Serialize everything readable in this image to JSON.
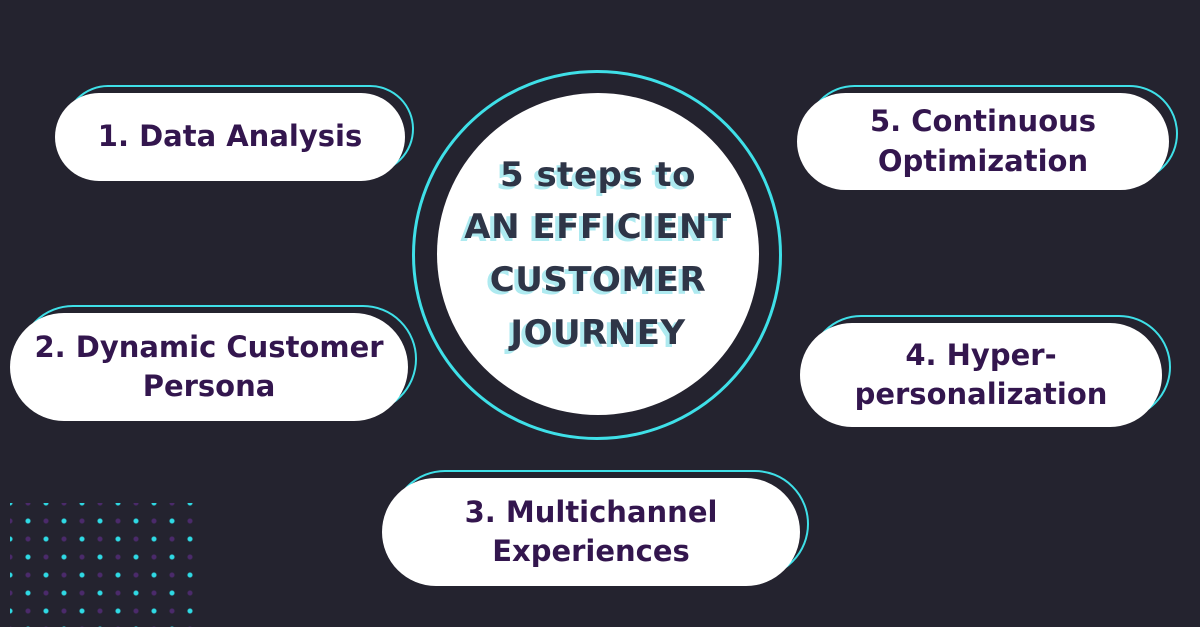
{
  "title": {
    "lines": [
      "5 steps to",
      "AN EFFICIENT",
      "CUSTOMER",
      "JOURNEY"
    ]
  },
  "steps": [
    {
      "lines": [
        "1. Data Analysis",
        ""
      ]
    },
    {
      "lines": [
        "2. Dynamic Customer",
        "Persona"
      ]
    },
    {
      "lines": [
        "3. Multichannel",
        "Experiences"
      ]
    },
    {
      "lines": [
        "4. Hyper-",
        "personalization"
      ]
    },
    {
      "lines": [
        "5. Continuous",
        "Optimization"
      ]
    }
  ],
  "colors": {
    "background": "#24232F",
    "cyan": "#3FE0E8",
    "pill_text": "#33164E",
    "title_text": "#2E3547",
    "title_shadow": "#AEEAF0",
    "dot_cyan": "#2FD9E4",
    "dot_purple": "#4B2A6B"
  }
}
